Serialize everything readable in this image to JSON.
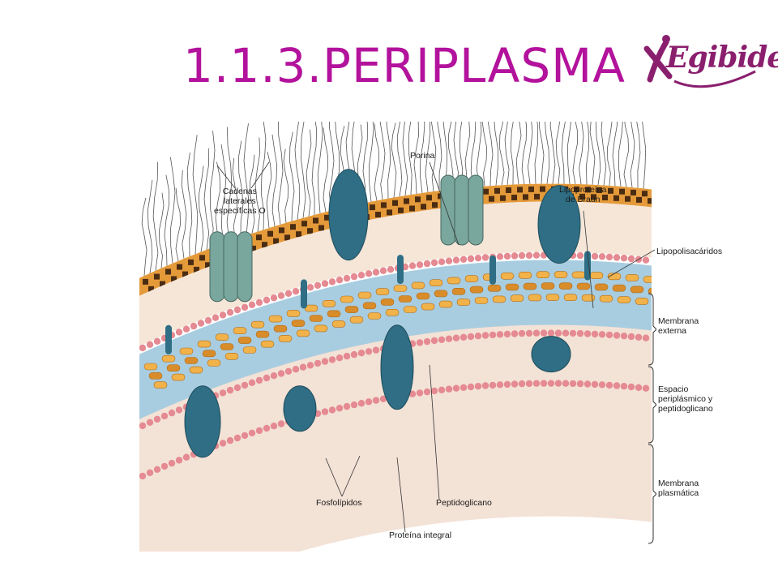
{
  "title": "1.1.3.PERIPLASMA",
  "logo": {
    "text": "Egibide"
  },
  "colors": {
    "title": "#b3129c",
    "logo": "#8a1f6e",
    "lps_orange": "#e59a3a",
    "lps_dark": "#4a2c12",
    "lipid_head": "#e58a92",
    "periplasm": "#a9cde0",
    "peptidoglycan": "#f1b24a",
    "protein_teal": "#2f6e84",
    "porin": "#7aa79d",
    "cytoplasm": "#f3e2d6"
  },
  "labels": {
    "cadenas": "Cadenas\nlaterales\nespecíficas O",
    "porina": "Porina",
    "braun": "Lipoproteína\nde Braun",
    "lipopolisacaridos": "Lipopolisacáridos",
    "membrana_externa": "Membrana\nexterna",
    "espacio": "Espacio\nperiplásmico y\npeptidoglicano",
    "membrana_plasmatica": "Membrana\nplasmática",
    "fosfolipidos": "Fosfolípidos",
    "peptidoglicano": "Peptidoglicano",
    "proteina_integral": "Proteína integral"
  }
}
